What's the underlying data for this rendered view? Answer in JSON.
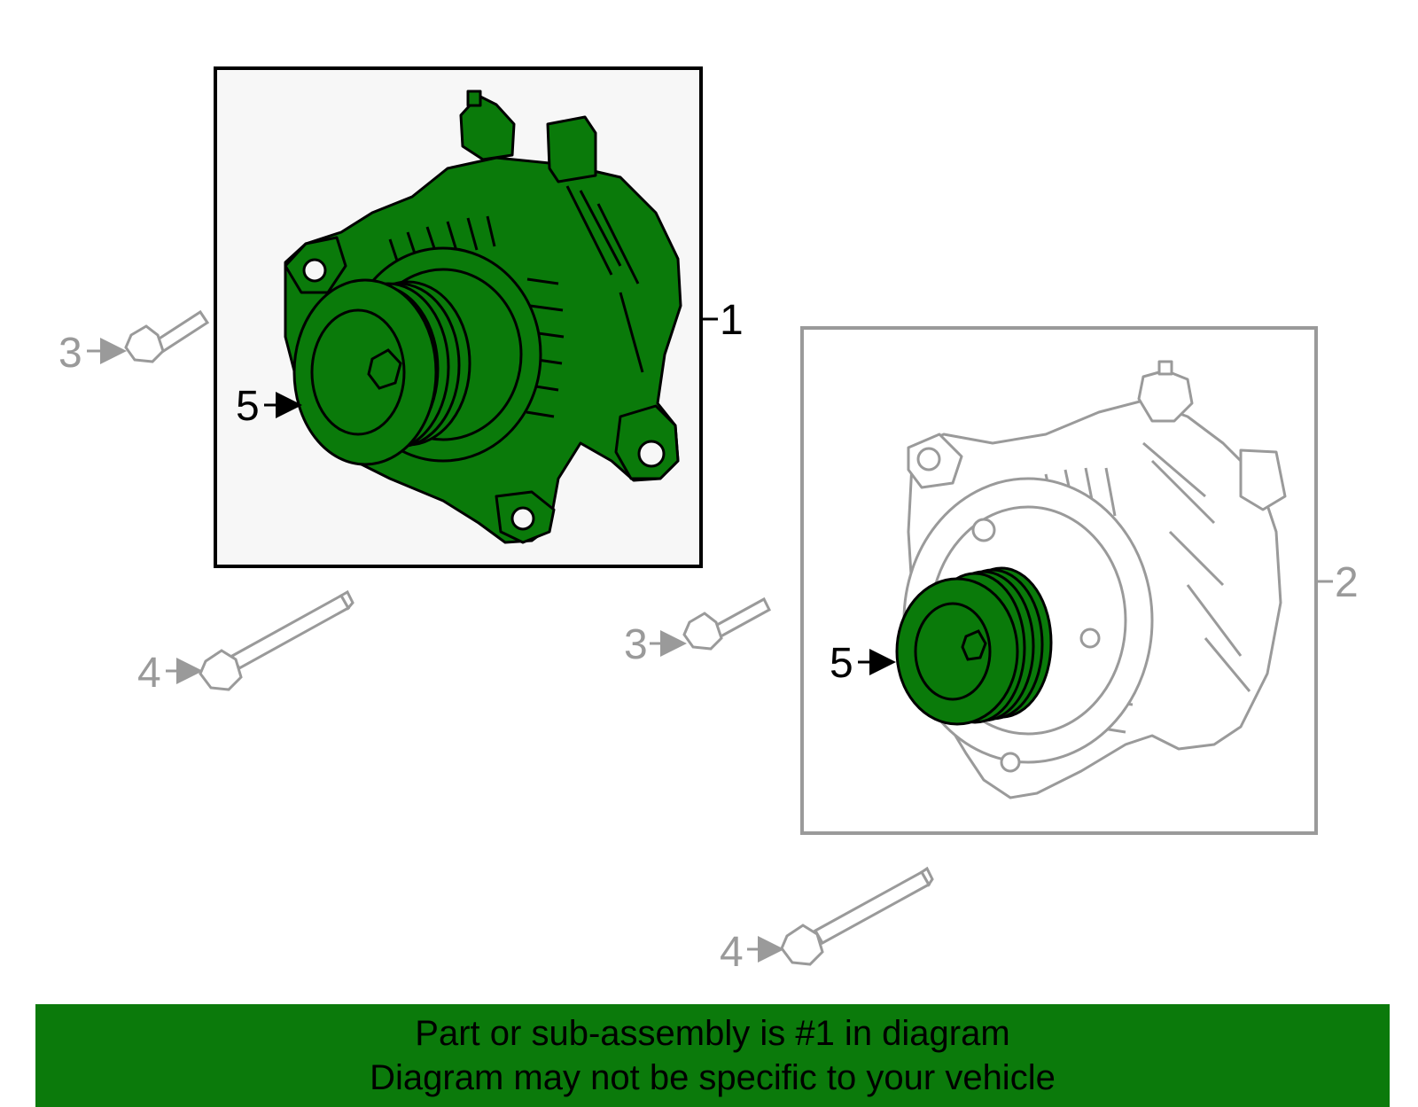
{
  "callouts": {
    "c1": "1",
    "c2": "2",
    "c3a": "3",
    "c3b": "3",
    "c4a": "4",
    "c4b": "4",
    "c5a": "5",
    "c5b": "5"
  },
  "banner": {
    "line1": "Part or sub-assembly is #1 in diagram",
    "line2": "Diagram may not be specific to your vehicle"
  },
  "colors": {
    "highlight": "#0a7a0a",
    "banner": "#0b7a0b",
    "outline": "#000000",
    "faded": "#9a9a9a"
  }
}
